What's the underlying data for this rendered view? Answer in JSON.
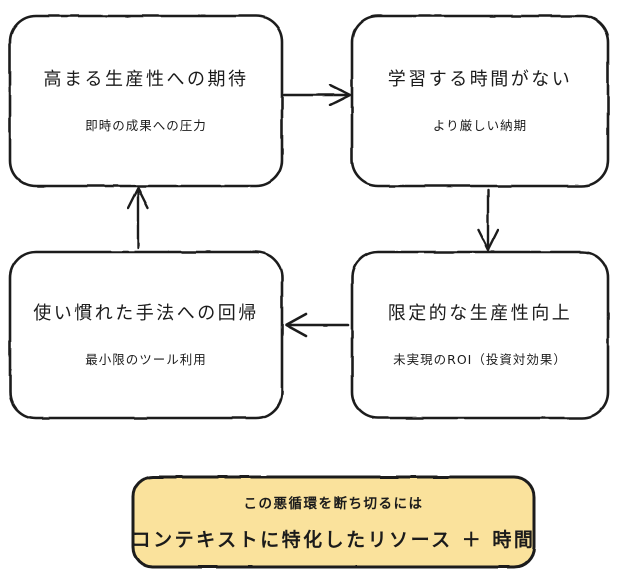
{
  "diagram": {
    "type": "cycle-flowchart",
    "colors": {
      "stroke": "#1b1b1b",
      "box_fill": "#ffffff",
      "callout_fill": "#fae29c",
      "callout_stroke": "#1b1b1b",
      "text": "#1b1b1b"
    },
    "nodes": [
      {
        "id": "expectation",
        "title": "高まる生産性への期待",
        "subtitle": "即時の成果への圧力"
      },
      {
        "id": "notime",
        "title": "学習する時間がない",
        "subtitle": "より厳しい納期"
      },
      {
        "id": "limited",
        "title": "限定的な生産性向上",
        "subtitle": "未実現のROI（投資対効果）"
      },
      {
        "id": "regression",
        "title": "使い慣れた手法への回帰",
        "subtitle": "最小限のツール利用"
      }
    ],
    "edges": [
      {
        "id": "expectation-to-notime",
        "from": "expectation",
        "to": "notime",
        "direction": "right"
      },
      {
        "id": "notime-to-limited",
        "from": "notime",
        "to": "limited",
        "direction": "down"
      },
      {
        "id": "limited-to-regression",
        "from": "limited",
        "to": "regression",
        "direction": "left"
      },
      {
        "id": "regression-to-expectation",
        "from": "regression",
        "to": "expectation",
        "direction": "up"
      }
    ],
    "callout": {
      "line1": "この悪循環を断ち切るには",
      "line2": "コンテキストに特化したリソース ＋ 時間"
    }
  }
}
